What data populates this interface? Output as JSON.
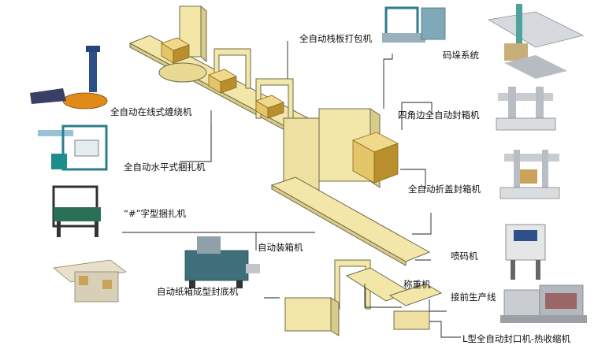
{
  "labels": {
    "pallet_strapping": "全自动栈板打包机",
    "palletizing": "码垛系统",
    "inline_wrapping": "全自动在线式缠绕机",
    "four_corner_sealer": "四角边全自动封箱机",
    "horizontal_strapping": "全自动水平式捆扎机",
    "flap_fold_sealer": "全自动折盖封箱机",
    "hash_strapping": "“#”字型捆扎机",
    "inkjet": "喷码机",
    "case_packing": "自动装箱机",
    "weighing": "称重机",
    "carton_erector": "自动纸箱成型封底机",
    "upstream_line": "接前生产线",
    "l_sealer_shrink": "L型全自动封口机-热收缩机"
  },
  "colors": {
    "line_fill": "#F2E6A8",
    "line_stroke": "#6E6A4A",
    "carton": "#E4C56A",
    "carton_dark": "#B98F2E",
    "machine_gray": "#C9CDD2",
    "machine_blue": "#2E4F8A",
    "machine_teal": "#1E8E8A",
    "leader": "#222222"
  }
}
